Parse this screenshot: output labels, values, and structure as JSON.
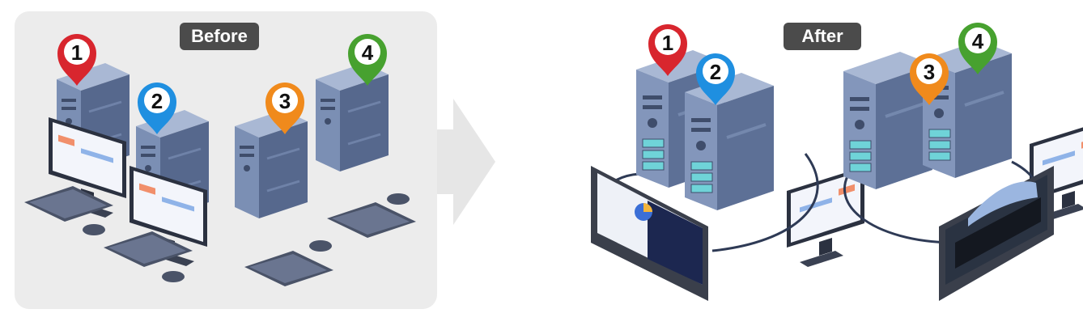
{
  "before": {
    "title": "Before"
  },
  "after": {
    "title": "After"
  },
  "pins": [
    {
      "label": "1",
      "color": "#d8262e"
    },
    {
      "label": "2",
      "color": "#1f8fe0"
    },
    {
      "label": "3",
      "color": "#f08a1c"
    },
    {
      "label": "4",
      "color": "#47a12f"
    }
  ],
  "colors": {
    "tower_front": "#7b8fb4",
    "tower_side": "#56688d",
    "tower_top": "#a9b8d4",
    "arrow": "#e6e6e6",
    "cable": "#2e3a55"
  },
  "icons": [
    "pc-tower-icon",
    "monitor-icon",
    "keyboard-icon",
    "mouse-icon",
    "location-pin-icon",
    "right-arrow-icon",
    "panel-pc-icon"
  ]
}
